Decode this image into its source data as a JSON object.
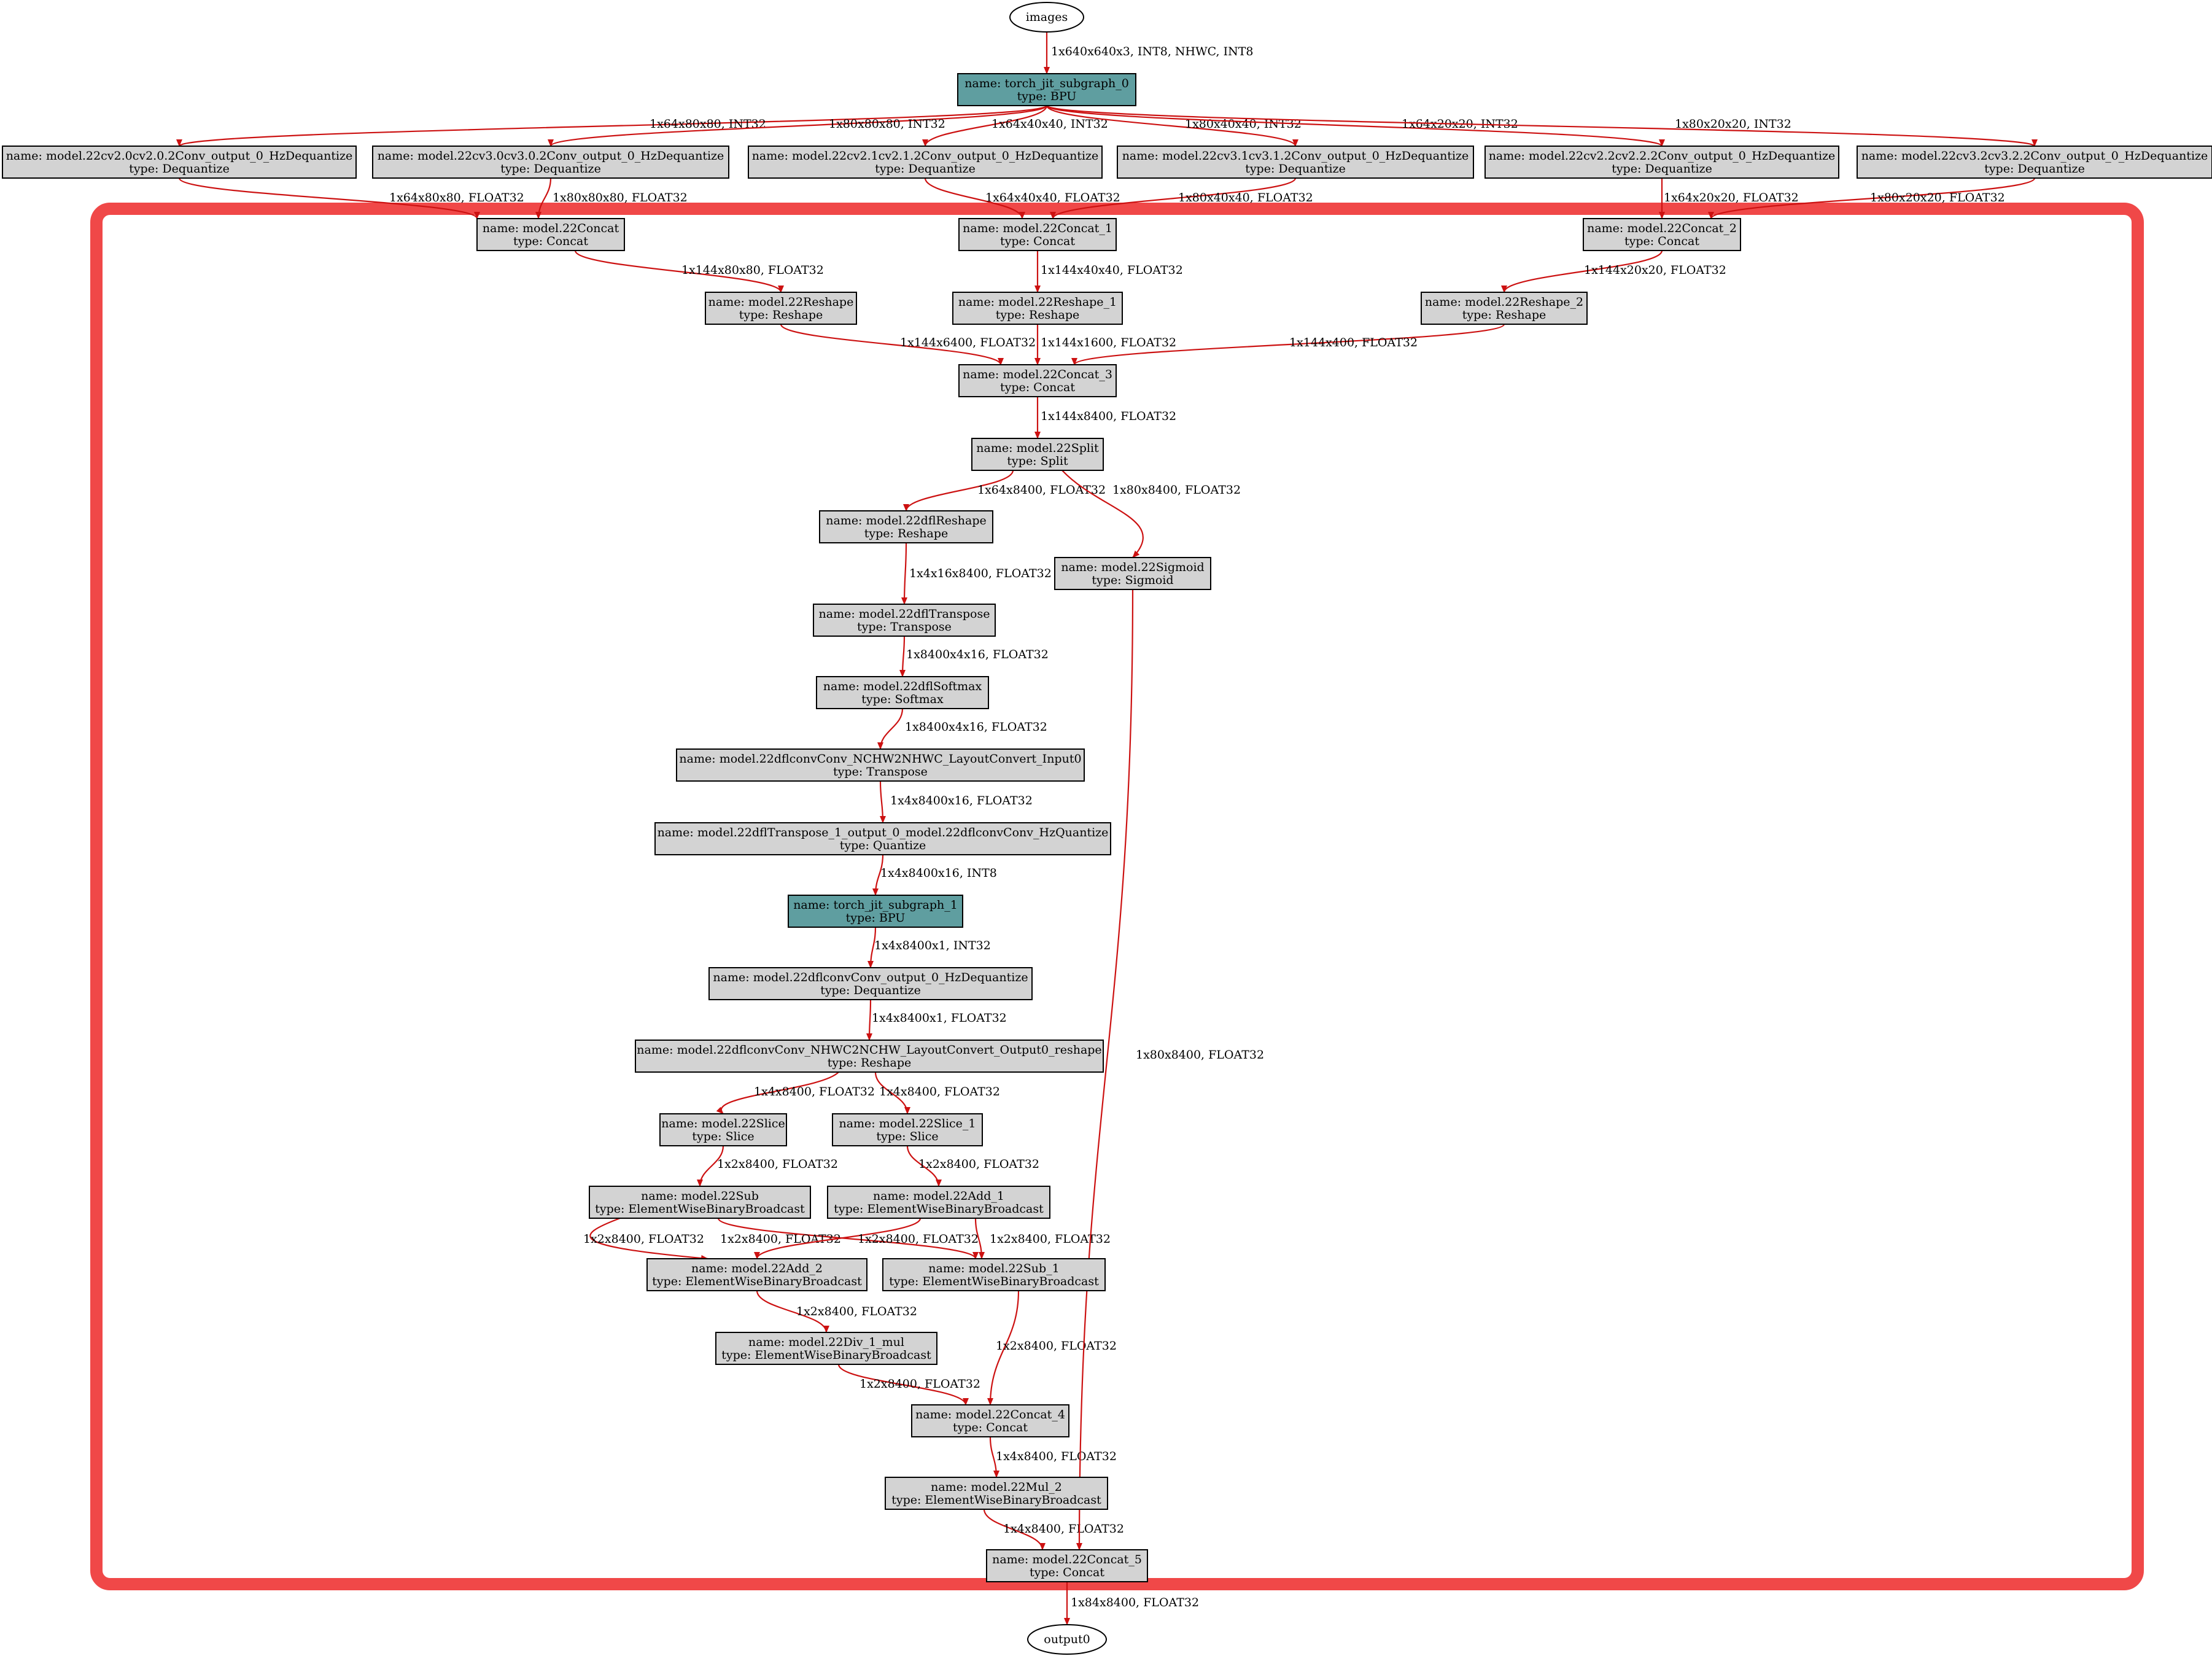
{
  "colors": {
    "edge": "#cc1111",
    "box_fill": "#d3d3d3",
    "bpu_fill": "#5f9ea0",
    "highlight": "#f04848"
  },
  "terminals": {
    "input": "images",
    "output": "output0"
  },
  "nodes": [
    {
      "id": "bpu0",
      "name": "name: torch_jit_subgraph_0",
      "type": "type: BPU"
    },
    {
      "id": "dq1",
      "name": "name: model.22cv2.0cv2.0.2Conv_output_0_HzDequantize",
      "type": "type: Dequantize"
    },
    {
      "id": "dq2",
      "name": "name: model.22cv3.0cv3.0.2Conv_output_0_HzDequantize",
      "type": "type: Dequantize"
    },
    {
      "id": "dq3",
      "name": "name: model.22cv2.1cv2.1.2Conv_output_0_HzDequantize",
      "type": "type: Dequantize"
    },
    {
      "id": "dq4",
      "name": "name: model.22cv3.1cv3.1.2Conv_output_0_HzDequantize",
      "type": "type: Dequantize"
    },
    {
      "id": "dq5",
      "name": "name: model.22cv2.2cv2.2.2Conv_output_0_HzDequantize",
      "type": "type: Dequantize"
    },
    {
      "id": "dq6",
      "name": "name: model.22cv3.2cv3.2.2Conv_output_0_HzDequantize",
      "type": "type: Dequantize"
    },
    {
      "id": "concat",
      "name": "name: model.22Concat",
      "type": "type: Concat"
    },
    {
      "id": "concat1",
      "name": "name: model.22Concat_1",
      "type": "type: Concat"
    },
    {
      "id": "concat2",
      "name": "name: model.22Concat_2",
      "type": "type: Concat"
    },
    {
      "id": "reshape",
      "name": "name: model.22Reshape",
      "type": "type: Reshape"
    },
    {
      "id": "reshape1",
      "name": "name: model.22Reshape_1",
      "type": "type: Reshape"
    },
    {
      "id": "reshape2",
      "name": "name: model.22Reshape_2",
      "type": "type: Reshape"
    },
    {
      "id": "concat3",
      "name": "name: model.22Concat_3",
      "type": "type: Concat"
    },
    {
      "id": "split",
      "name": "name: model.22Split",
      "type": "type: Split"
    },
    {
      "id": "dflreshape",
      "name": "name: model.22dflReshape",
      "type": "type: Reshape"
    },
    {
      "id": "sigmoid",
      "name": "name: model.22Sigmoid",
      "type": "type: Sigmoid"
    },
    {
      "id": "dfltranspose",
      "name": "name: model.22dflTranspose",
      "type": "type: Transpose"
    },
    {
      "id": "dflsoftmax",
      "name": "name: model.22dflSoftmax",
      "type": "type: Softmax"
    },
    {
      "id": "layoutin",
      "name": "name: model.22dflconvConv_NCHW2NHWC_LayoutConvert_Input0",
      "type": "type: Transpose"
    },
    {
      "id": "quant",
      "name": "name: model.22dflTranspose_1_output_0_model.22dflconvConv_HzQuantize",
      "type": "type: Quantize"
    },
    {
      "id": "bpu1",
      "name": "name: torch_jit_subgraph_1",
      "type": "type: BPU"
    },
    {
      "id": "dqconv",
      "name": "name: model.22dflconvConv_output_0_HzDequantize",
      "type": "type: Dequantize"
    },
    {
      "id": "layoutout",
      "name": "name: model.22dflconvConv_NHWC2NCHW_LayoutConvert_Output0_reshape",
      "type": "type: Reshape"
    },
    {
      "id": "slice",
      "name": "name: model.22Slice",
      "type": "type: Slice"
    },
    {
      "id": "slice1",
      "name": "name: model.22Slice_1",
      "type": "type: Slice"
    },
    {
      "id": "sub",
      "name": "name: model.22Sub",
      "type": "type: ElementWiseBinaryBroadcast"
    },
    {
      "id": "add1",
      "name": "name: model.22Add_1",
      "type": "type: ElementWiseBinaryBroadcast"
    },
    {
      "id": "add2",
      "name": "name: model.22Add_2",
      "type": "type: ElementWiseBinaryBroadcast"
    },
    {
      "id": "sub1",
      "name": "name: model.22Sub_1",
      "type": "type: ElementWiseBinaryBroadcast"
    },
    {
      "id": "div",
      "name": "name: model.22Div_1_mul",
      "type": "type: ElementWiseBinaryBroadcast"
    },
    {
      "id": "concat4",
      "name": "name: model.22Concat_4",
      "type": "type: Concat"
    },
    {
      "id": "mul2",
      "name": "name: model.22Mul_2",
      "type": "type: ElementWiseBinaryBroadcast"
    },
    {
      "id": "concat5",
      "name": "name: model.22Concat_5",
      "type": "type: Concat"
    }
  ],
  "edges": [
    {
      "from": "images",
      "to": "bpu0",
      "label": "1x640x640x3, INT8, NHWC, INT8"
    },
    {
      "from": "bpu0",
      "to": "dq1",
      "label": "1x64x80x80, INT32"
    },
    {
      "from": "bpu0",
      "to": "dq2",
      "label": "1x80x80x80, INT32"
    },
    {
      "from": "bpu0",
      "to": "dq3",
      "label": "1x64x40x40, INT32"
    },
    {
      "from": "bpu0",
      "to": "dq4",
      "label": "1x80x40x40, INT32"
    },
    {
      "from": "bpu0",
      "to": "dq5",
      "label": "1x64x20x20, INT32"
    },
    {
      "from": "bpu0",
      "to": "dq6",
      "label": "1x80x20x20, INT32"
    },
    {
      "from": "dq1",
      "to": "concat",
      "label": "1x64x80x80, FLOAT32"
    },
    {
      "from": "dq2",
      "to": "concat",
      "label": "1x80x80x80, FLOAT32"
    },
    {
      "from": "dq3",
      "to": "concat1",
      "label": "1x64x40x40, FLOAT32"
    },
    {
      "from": "dq4",
      "to": "concat1",
      "label": "1x80x40x40, FLOAT32"
    },
    {
      "from": "dq5",
      "to": "concat2",
      "label": "1x64x20x20, FLOAT32"
    },
    {
      "from": "dq6",
      "to": "concat2",
      "label": "1x80x20x20, FLOAT32"
    },
    {
      "from": "concat",
      "to": "reshape",
      "label": "1x144x80x80, FLOAT32"
    },
    {
      "from": "concat1",
      "to": "reshape1",
      "label": "1x144x40x40, FLOAT32"
    },
    {
      "from": "concat2",
      "to": "reshape2",
      "label": "1x144x20x20, FLOAT32"
    },
    {
      "from": "reshape",
      "to": "concat3",
      "label": "1x144x6400, FLOAT32"
    },
    {
      "from": "reshape1",
      "to": "concat3",
      "label": "1x144x1600, FLOAT32"
    },
    {
      "from": "reshape2",
      "to": "concat3",
      "label": "1x144x400, FLOAT32"
    },
    {
      "from": "concat3",
      "to": "split",
      "label": "1x144x8400, FLOAT32"
    },
    {
      "from": "split",
      "to": "dflreshape",
      "label": "1x64x8400, FLOAT32"
    },
    {
      "from": "split",
      "to": "sigmoid",
      "label": "1x80x8400, FLOAT32"
    },
    {
      "from": "dflreshape",
      "to": "dfltranspose",
      "label": "1x4x16x8400, FLOAT32"
    },
    {
      "from": "dfltranspose",
      "to": "dflsoftmax",
      "label": "1x8400x4x16, FLOAT32"
    },
    {
      "from": "dflsoftmax",
      "to": "layoutin",
      "label": "1x8400x4x16, FLOAT32"
    },
    {
      "from": "layoutin",
      "to": "quant",
      "label": "1x4x8400x16, FLOAT32"
    },
    {
      "from": "quant",
      "to": "bpu1",
      "label": "1x4x8400x16, INT8"
    },
    {
      "from": "bpu1",
      "to": "dqconv",
      "label": "1x4x8400x1, INT32"
    },
    {
      "from": "dqconv",
      "to": "layoutout",
      "label": "1x4x8400x1, FLOAT32"
    },
    {
      "from": "layoutout",
      "to": "slice",
      "label": "1x4x8400, FLOAT32"
    },
    {
      "from": "layoutout",
      "to": "slice1",
      "label": "1x4x8400, FLOAT32"
    },
    {
      "from": "slice",
      "to": "sub",
      "label": "1x2x8400, FLOAT32"
    },
    {
      "from": "slice1",
      "to": "add1",
      "label": "1x2x8400, FLOAT32"
    },
    {
      "from": "sub",
      "to": "add2",
      "label": "1x2x8400, FLOAT32"
    },
    {
      "from": "sub",
      "to": "sub1",
      "label": "1x2x8400, FLOAT32"
    },
    {
      "from": "add1",
      "to": "add2",
      "label": "1x2x8400, FLOAT32"
    },
    {
      "from": "add1",
      "to": "sub1",
      "label": "1x2x8400, FLOAT32"
    },
    {
      "from": "add2",
      "to": "div",
      "label": "1x2x8400, FLOAT32"
    },
    {
      "from": "sub1",
      "to": "concat4",
      "label": "1x2x8400, FLOAT32"
    },
    {
      "from": "div",
      "to": "concat4",
      "label": "1x2x8400, FLOAT32"
    },
    {
      "from": "concat4",
      "to": "mul2",
      "label": "1x4x8400, FLOAT32"
    },
    {
      "from": "mul2",
      "to": "concat5",
      "label": "1x4x8400, FLOAT32"
    },
    {
      "from": "sigmoid",
      "to": "concat5",
      "label": "1x80x8400, FLOAT32"
    },
    {
      "from": "concat5",
      "to": "output0",
      "label": "1x84x8400, FLOAT32"
    }
  ]
}
